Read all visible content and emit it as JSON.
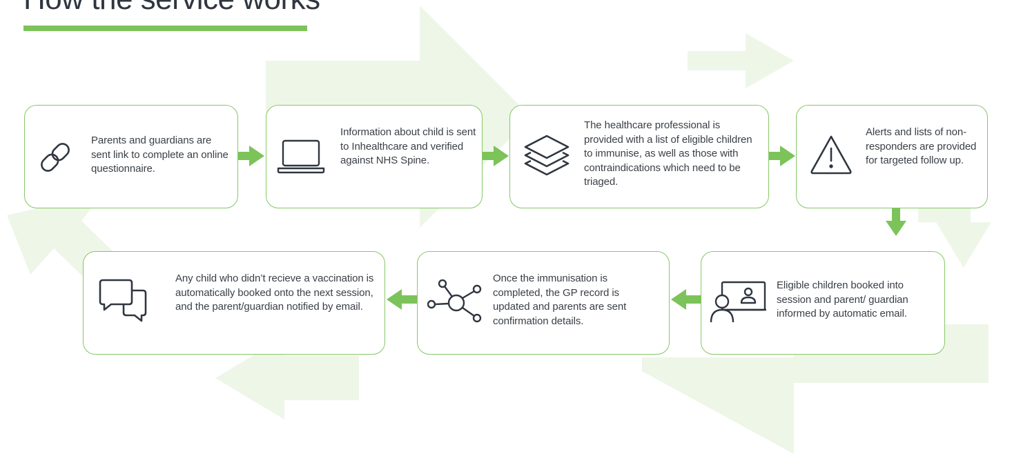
{
  "title": "How the service works",
  "colors": {
    "accent": "#7cc35a",
    "border": "#86c766",
    "background_arrows": "#eef6e8",
    "text": "#2f3640"
  },
  "steps": [
    {
      "icon": "link-icon",
      "text": "Parents and guardians are sent link to complete an online questionnaire."
    },
    {
      "icon": "laptop-icon",
      "text": "Information about child is sent to Inhealthcare and verified against NHS Spine."
    },
    {
      "icon": "layers-icon",
      "text": "The healthcare professional is provided with a list of eligible children to immunise, as well as those with contraindications which need to be triaged."
    },
    {
      "icon": "warning-icon",
      "text": "Alerts and lists of non-responders are provided for targeted follow up."
    },
    {
      "icon": "video-call-icon",
      "text": "Eligible children booked into session and parent/ guardian informed by automatic email."
    },
    {
      "icon": "network-icon",
      "text": "Once the immunisation is completed, the GP record is updated and parents are sent confirmation details."
    },
    {
      "icon": "chat-bubbles-icon",
      "text": "Any child who didn’t recieve a vaccination is automatically booked onto the next session, and the parent/guardian notified by email."
    }
  ]
}
